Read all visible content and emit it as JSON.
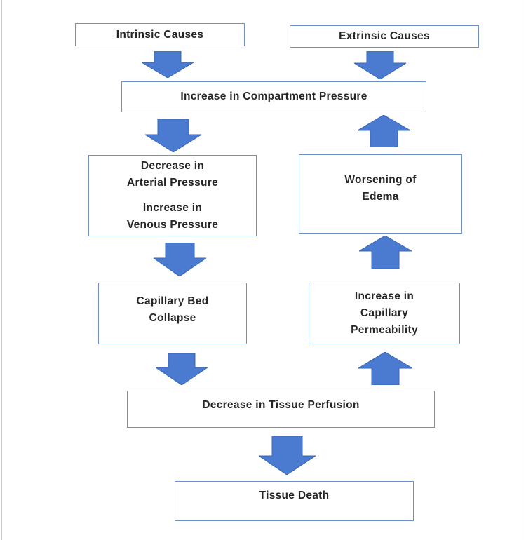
{
  "diagram": {
    "arrow_color": "#4a7bd0",
    "border_color": "#6f8fc9",
    "nodes": {
      "intrinsic": "Intrinsic Causes",
      "extrinsic": "Extrinsic Causes",
      "compartment": "Increase in Compartment Pressure",
      "pressure_lines": [
        "Decrease in",
        "Arterial Pressure",
        "Increase in",
        "Venous Pressure"
      ],
      "capillary_collapse": [
        "Capillary Bed",
        "Collapse"
      ],
      "edema": [
        "Worsening of",
        "Edema"
      ],
      "permeability": [
        "Increase in",
        "Capillary",
        "Permeability"
      ],
      "perfusion": "Decrease in Tissue Perfusion",
      "death": "Tissue Death"
    },
    "edges": [
      {
        "from": "intrinsic",
        "to": "compartment",
        "direction": "down"
      },
      {
        "from": "extrinsic",
        "to": "compartment",
        "direction": "down"
      },
      {
        "from": "compartment",
        "to": "pressure",
        "direction": "down"
      },
      {
        "from": "pressure",
        "to": "capillary_collapse",
        "direction": "down"
      },
      {
        "from": "capillary_collapse",
        "to": "perfusion",
        "direction": "down"
      },
      {
        "from": "perfusion",
        "to": "death",
        "direction": "down"
      },
      {
        "from": "perfusion",
        "to": "permeability",
        "direction": "up"
      },
      {
        "from": "permeability",
        "to": "edema",
        "direction": "up"
      },
      {
        "from": "edema",
        "to": "compartment",
        "direction": "up"
      }
    ]
  }
}
